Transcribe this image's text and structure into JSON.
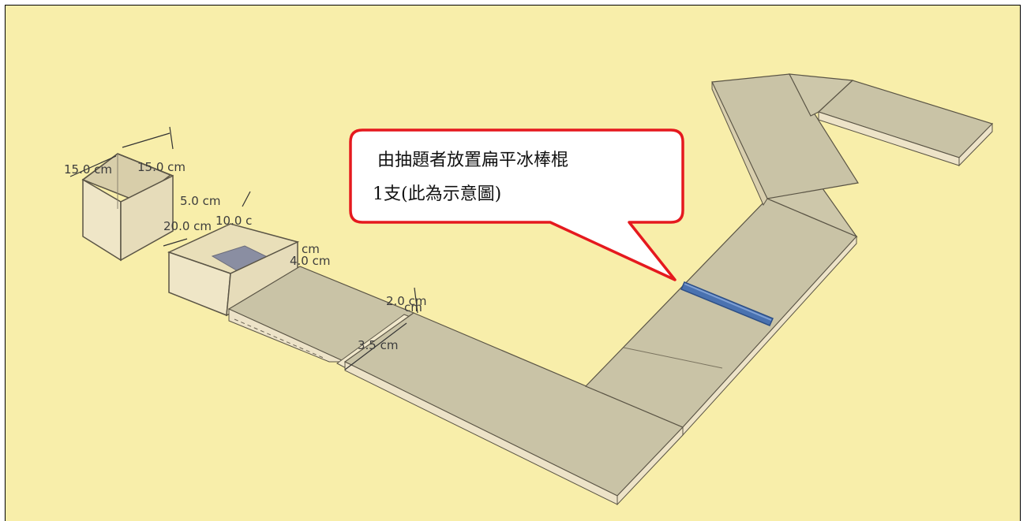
{
  "colors": {
    "background": "#f8eeaa",
    "board_top": "#c9c3a6",
    "board_side": "#ede3c8",
    "box_inner": "#e9dfb9",
    "box_floor": "#8a8ea2",
    "stick": "#4a72b0",
    "callout_border": "#e5191e",
    "callout_fill": "#ffffff"
  },
  "dimensions": {
    "box1_width": "15.0 cm",
    "box1_depth": "15.0 cm",
    "box2_a": "5.0 cm",
    "box2_b": "10.0 c",
    "box2_length": "20.0 cm",
    "ramp_cm": "cm",
    "ramp_height": "4.0 cm",
    "step_a": "2.0 cm",
    "step_b": "cm",
    "step_width": "3.5 cm"
  },
  "callout": {
    "line1": "由抽題者放置扁平冰棒棍",
    "line2": "1支(此為示意圖)"
  }
}
